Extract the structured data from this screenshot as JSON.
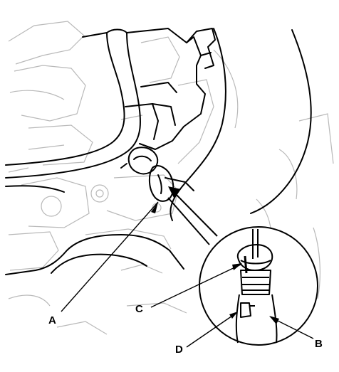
{
  "labels": {
    "a": "A",
    "b": "B",
    "c": "C",
    "d": "D"
  },
  "colors": {
    "line": "#000000",
    "faint": "#b9b9b9",
    "background": "#ffffff"
  }
}
